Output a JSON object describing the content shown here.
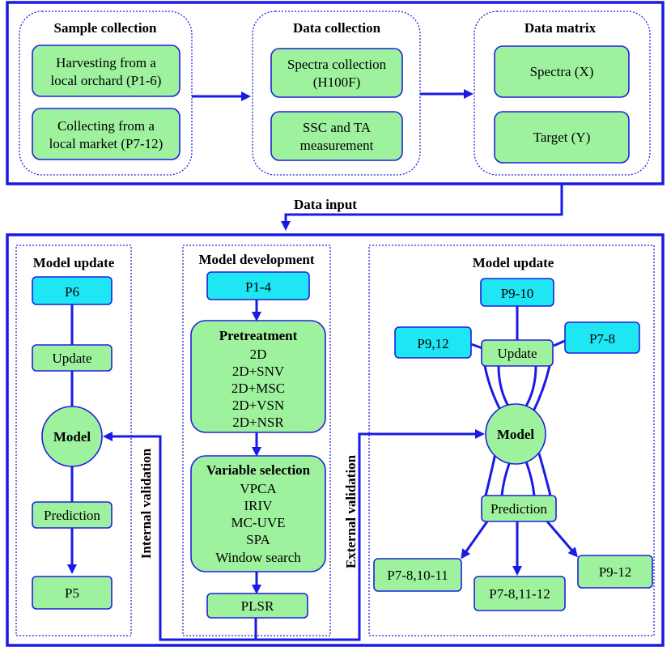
{
  "top": {
    "sample_collection": {
      "title": "Sample collection",
      "box1": [
        "Harvesting from a",
        "local orchard (P1-6)"
      ],
      "box2": [
        "Collecting from a",
        "local market (P7-12)"
      ]
    },
    "data_collection": {
      "title": "Data collection",
      "box1": [
        "Spectra collection",
        "(H100F)"
      ],
      "box2": [
        "SSC and TA",
        "measurement"
      ]
    },
    "data_matrix": {
      "title": "Data matrix",
      "box1": "Spectra (X)",
      "box2": "Target (Y)"
    }
  },
  "data_input": "Data input",
  "left": {
    "title": "Model update",
    "p6": "P6",
    "update": "Update",
    "model": "Model",
    "prediction": "Prediction",
    "p5": "P5"
  },
  "internal_validation": "Internal validation",
  "external_validation": "External validation",
  "center": {
    "title": "Model development",
    "p14": "P1-4",
    "pretreatment_title": "Pretreatment",
    "pretreatment_items": [
      "2D",
      "2D+SNV",
      "2D+MSC",
      "2D+VSN",
      "2D+NSR"
    ],
    "variable_title": "Variable selection",
    "variable_items": [
      "VPCA",
      "IRIV",
      "MC-UVE",
      "SPA",
      "Window search"
    ],
    "plsr": "PLSR"
  },
  "right": {
    "title": "Model update",
    "p910": "P9-10",
    "p912_in": "P9,12",
    "p78": "P7-8",
    "update": "Update",
    "model": "Model",
    "prediction": "Prediction",
    "out1": "P7-8,10-11",
    "out2": "P7-8,11-12",
    "out3": "P9-12"
  }
}
